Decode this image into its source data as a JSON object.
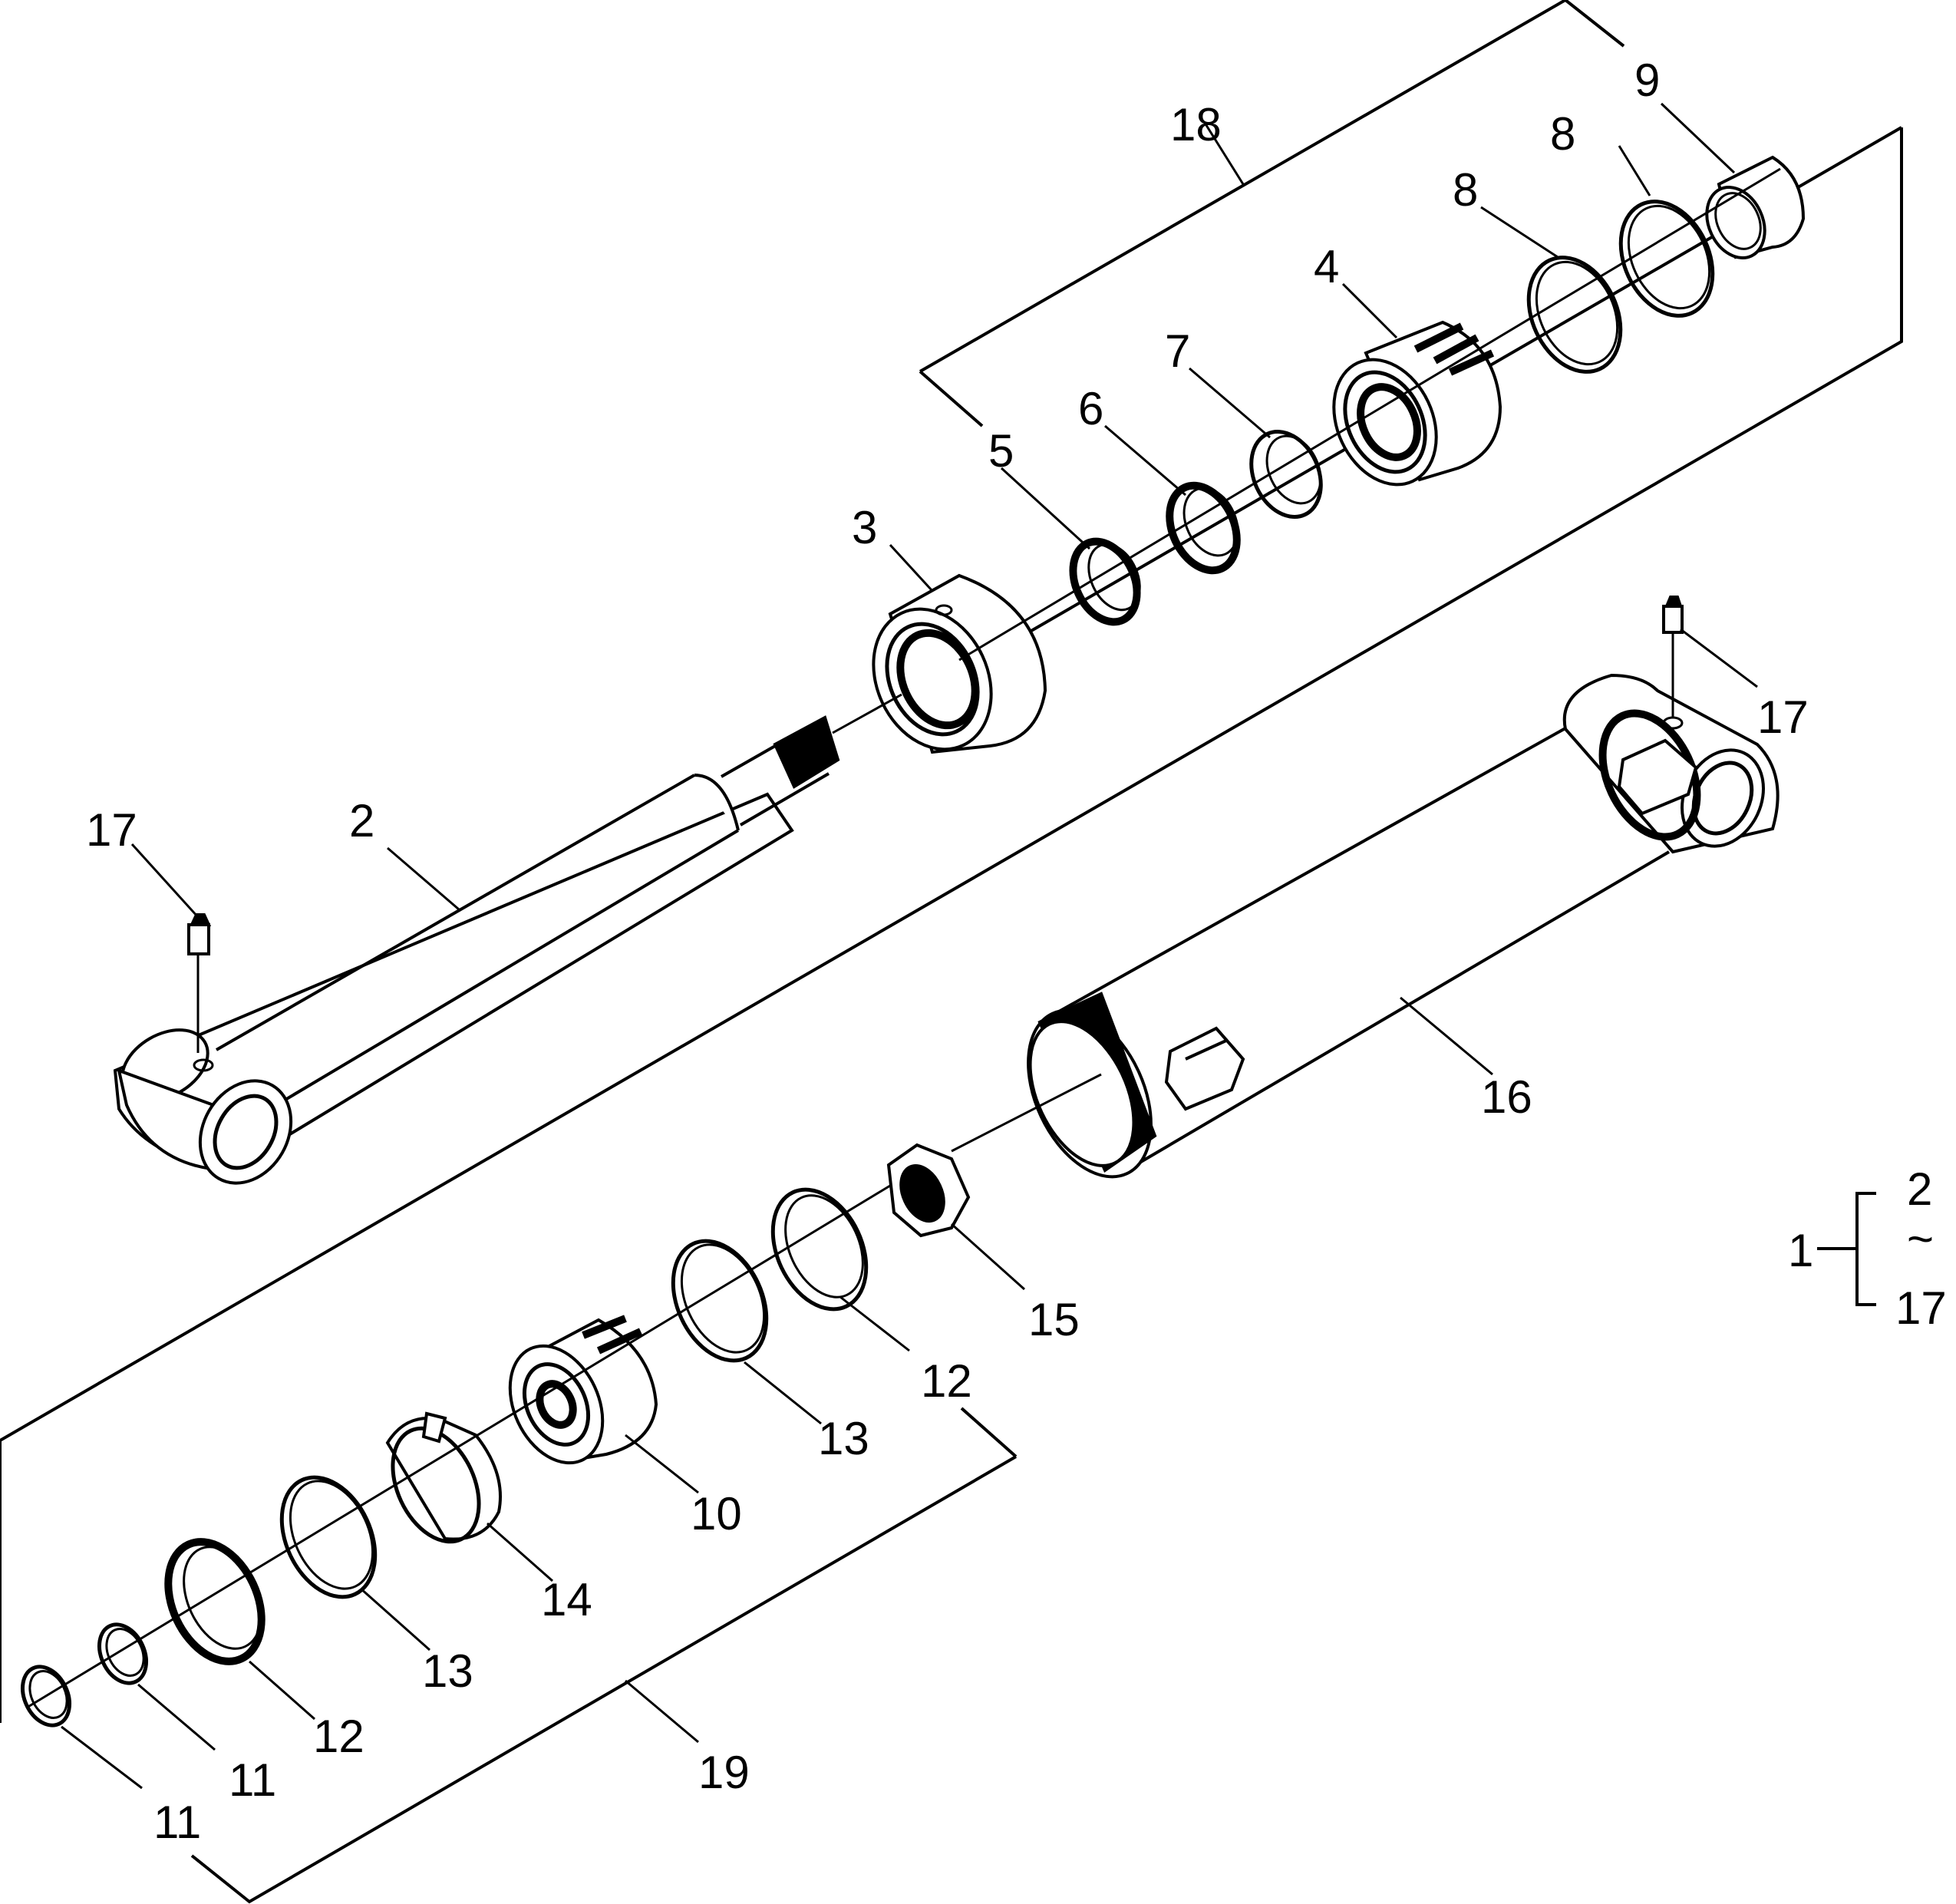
{
  "labels": {
    "p2": "2",
    "p3": "3",
    "p4": "4",
    "p5": "5",
    "p6": "6",
    "p7": "7",
    "p8a": "8",
    "p8b": "8",
    "p9": "9",
    "p10": "10",
    "p11a": "11",
    "p11b": "11",
    "p12a": "12",
    "p12b": "12",
    "p13a": "13",
    "p13b": "13",
    "p14": "14",
    "p15": "15",
    "p16": "16",
    "p17a": "17",
    "p17b": "17",
    "p18": "18",
    "p19": "19"
  },
  "assembly_legend": {
    "parent": "1",
    "range_start": "2",
    "range_symbol": "~",
    "range_end": "17"
  }
}
